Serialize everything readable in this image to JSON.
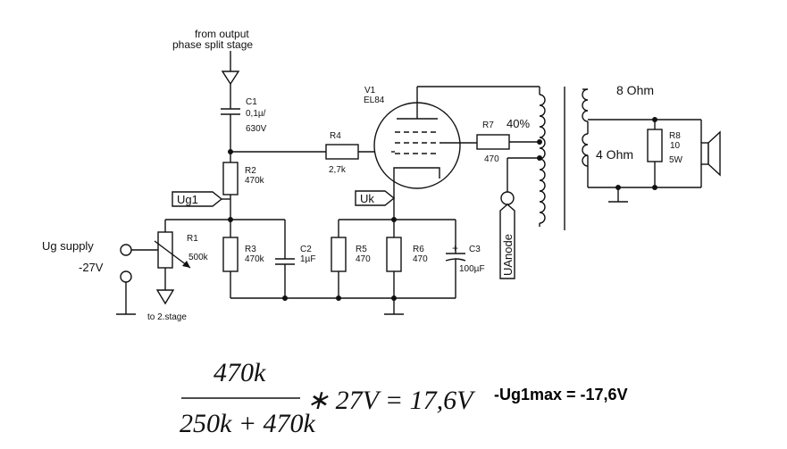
{
  "labels": {
    "from_output": "from output",
    "phase_split": "phase split stage",
    "c1_name": "C1",
    "c1_value": "0,1µ/",
    "c1_voltage": "630V",
    "v1_name": "V1",
    "v1_type": "EL84",
    "r4_name": "R4",
    "r4_value": "2,7k",
    "r2_name": "R2",
    "r2_value": "470k",
    "r7_name": "R7",
    "r7_value": "470",
    "r7_percent": "40%",
    "ug1_tag": "Ug1",
    "uk_tag": "Uk",
    "uanode_tag": "UAnode",
    "ug_supply": "Ug supply",
    "ug_voltage": "-27V",
    "r1_name": "R1",
    "r1_value": "500k",
    "r3_name": "R3",
    "r3_value": "470k",
    "c2_name": "C2",
    "c2_value": "1µF",
    "r5_name": "R5",
    "r5_value": "470",
    "r6_name": "R6",
    "r6_value": "470",
    "c3_plus": "+",
    "c3_name": "C3",
    "c3_value": "100µF",
    "to_stage2": "to 2.stage",
    "ohm8": "8 Ohm",
    "ohm4": "4 Ohm",
    "r8_name": "R8",
    "r8_value": "10",
    "r8_power": "5W"
  },
  "formula": {
    "numerator": "470k",
    "denominator": "250k + 470k",
    "rhs": "∗ 27V = 17,6V",
    "result": "-Ug1max = -17,6V"
  }
}
